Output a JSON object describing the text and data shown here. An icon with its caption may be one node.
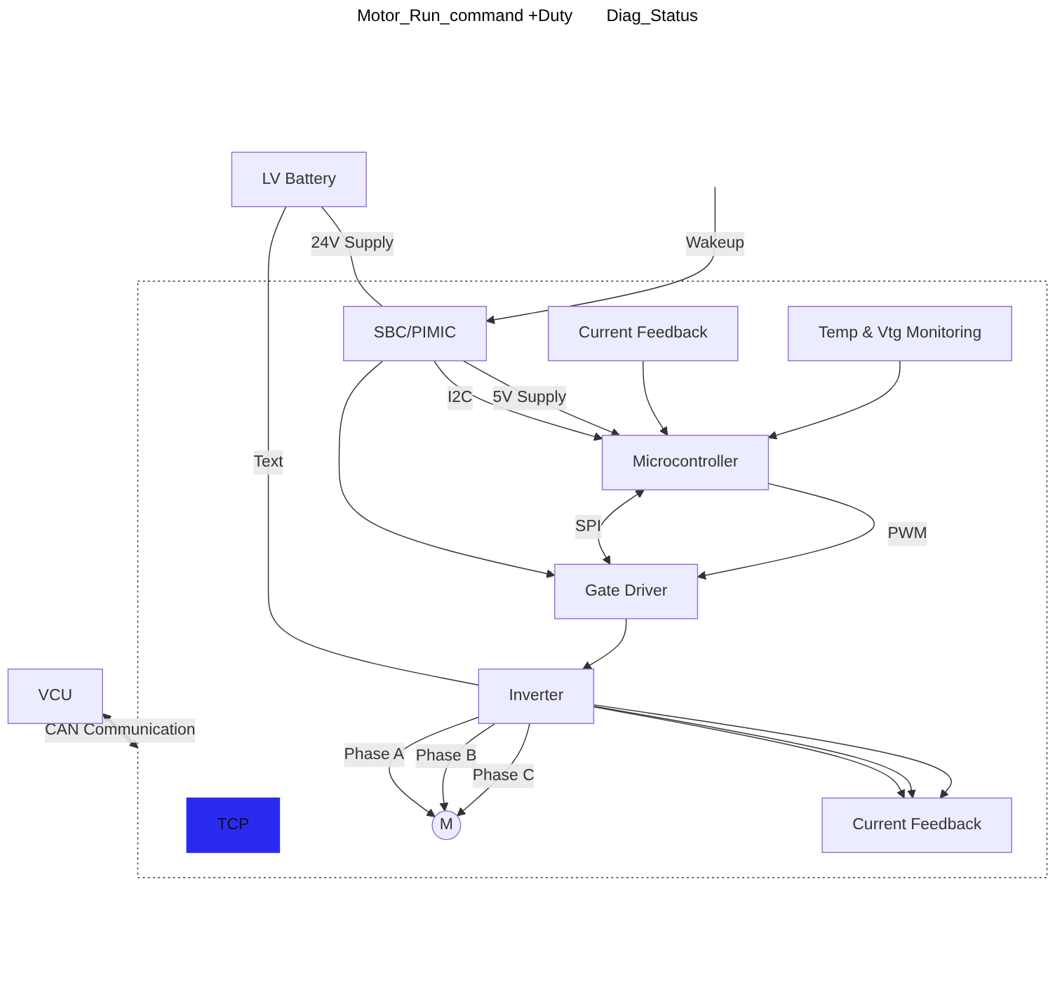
{
  "diagram": {
    "nodes": [
      {
        "text": [],
        "shape": "box"
      },
      {
        "text": [
          "TCP"
        ],
        "in": 0
      },
      {
        "text": [
          "LV Battery"
        ]
      },
      {
        "text": [
          "SBC/PIMIC"
        ],
        "in": 0
      },
      {
        "text": [
          "VCU"
        ]
      },
      {
        "text": [
          "Microcontroller"
        ],
        "in": 0
      },
      {
        "text": [
          "Gate Driver"
        ],
        "in": 0
      },
      {
        "text": [
          "Current Feedback"
        ],
        "in": 0
      },
      {
        "text": [
          "Temp & Vtg Monitoring"
        ],
        "in": 0
      },
      {
        "text": [
          "Inverter"
        ],
        "in": 0
      },
      {
        "text": [
          "M"
        ],
        "in": 0
      },
      {
        "text": [
          "Current Feedback"
        ],
        "in": 0
      }
    ],
    "edges": [
      {
        "from": 2,
        "to": 3,
        "arrow": "none",
        "label": "24V Supply"
      },
      {
        "from": 2,
        "to": 9,
        "arrow": "none",
        "label": "Text"
      },
      {
        "from": null,
        "to": 3,
        "arrow": "to",
        "label": "Wakeup"
      },
      {
        "from": 3,
        "to": 5,
        "arrow": "to",
        "label": "I2C"
      },
      {
        "from": 3,
        "to": 5,
        "arrow": "to",
        "label": "5V Supply"
      },
      {
        "from": 3,
        "to": 6,
        "arrow": "to"
      },
      {
        "from": 4,
        "to": 0,
        "arrow": "both",
        "label": "CAN Communication",
        "style": "thick"
      },
      {
        "from": 5,
        "to": 6,
        "arrow": "both",
        "label": "SPI"
      },
      {
        "from": 5,
        "to": 6,
        "arrow": "to",
        "label": "PWM"
      },
      {
        "from": 7,
        "to": 5,
        "arrow": "to"
      },
      {
        "from": 8,
        "to": 5,
        "arrow": "to"
      },
      {
        "from": 6,
        "to": 9,
        "arrow": "to"
      },
      {
        "from": 9,
        "to": 10,
        "arrow": "to",
        "label": "Phase A"
      },
      {
        "from": 9,
        "to": 10,
        "arrow": "to",
        "label": "Phase B"
      },
      {
        "from": 9,
        "to": 10,
        "arrow": "to",
        "label": "Phase C"
      },
      {
        "from": 9,
        "to": 11,
        "arrow": "to"
      },
      {
        "from": 9,
        "to": 11,
        "arrow": "to"
      },
      {
        "from": 9,
        "to": 11,
        "arrow": "to"
      }
    ],
    "labels": [
      "Motor_Run_command +Duty",
      "Diag_Status"
    ]
  }
}
